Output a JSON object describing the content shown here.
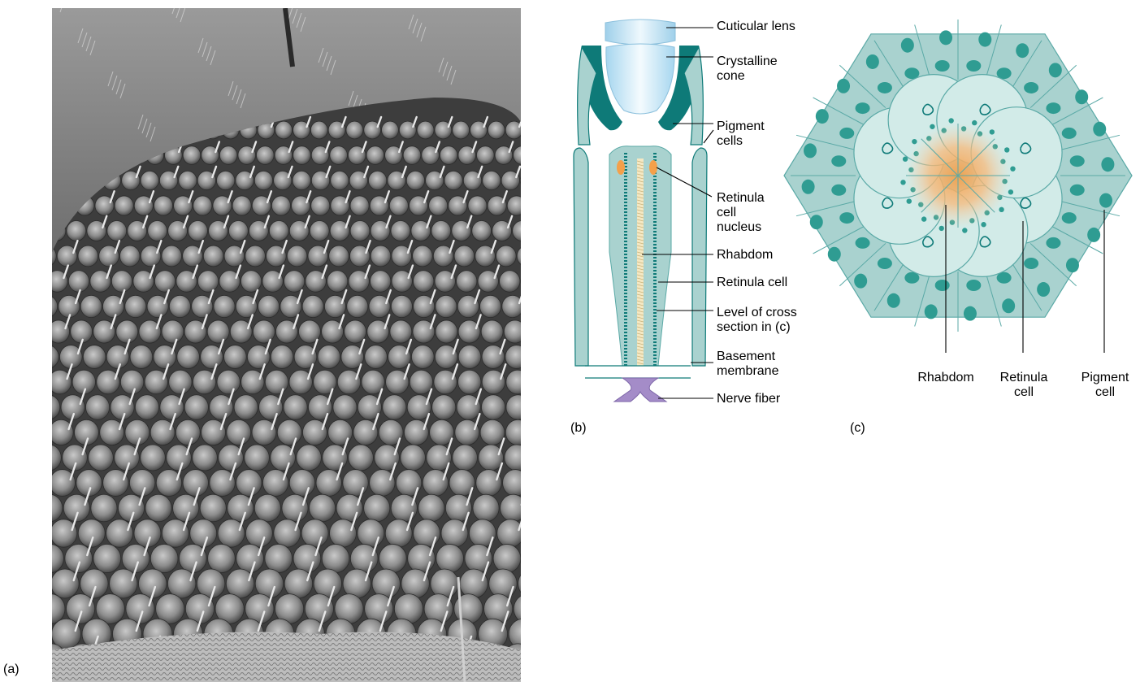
{
  "panels": {
    "a": {
      "tag": "(a)"
    },
    "b": {
      "tag": "(b)",
      "labels": {
        "cuticular_lens": "Cuticular lens",
        "crystalline_cone_1": "Crystalline",
        "crystalline_cone_2": "cone",
        "pigment_cells_1": "Pigment",
        "pigment_cells_2": "cells",
        "retinula_nucleus_1": "Retinula",
        "retinula_nucleus_2": "cell",
        "retinula_nucleus_3": "nucleus",
        "rhabdom": "Rhabdom",
        "retinula_cell": "Retinula cell",
        "cross_section_1": "Level of cross",
        "cross_section_2": "section in (c)",
        "basement_1": "Basement",
        "basement_2": "membrane",
        "nerve_fiber": "Nerve fiber"
      }
    },
    "c": {
      "tag": "(c)",
      "labels": {
        "rhabdom": "Rhabdom",
        "retinula_1": "Retinula",
        "retinula_2": "cell",
        "pigment_1": "Pigment",
        "pigment_2": "cell"
      }
    }
  },
  "colors": {
    "teal_dark": "#0e7a78",
    "teal_mid": "#5aa9a6",
    "teal_light": "#a9d2cf",
    "teal_pale": "#d2ebe8",
    "orange": "#f4a04a",
    "purple": "#a48cc8",
    "lens_blue": "#cde8f6"
  }
}
